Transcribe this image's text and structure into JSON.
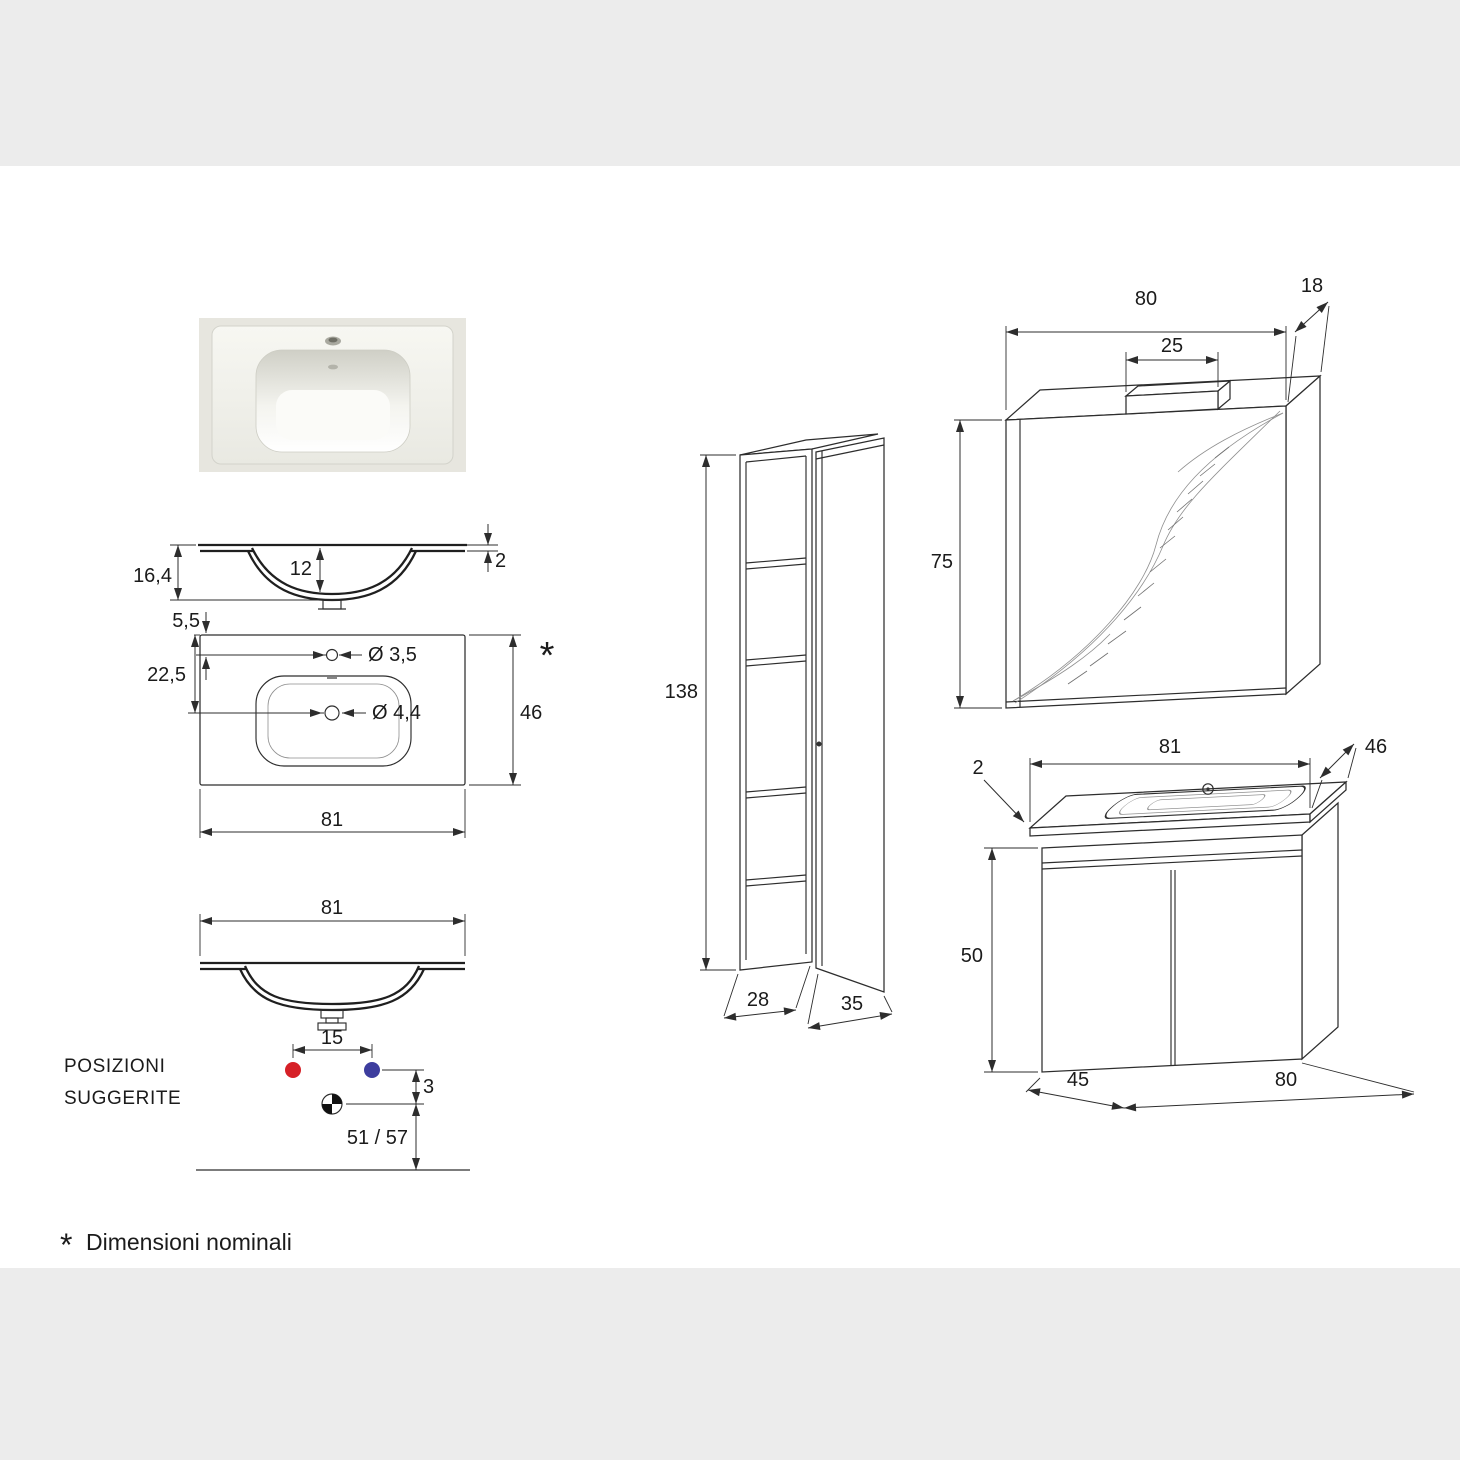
{
  "labels": {
    "section": {
      "total_height": "16,4",
      "bowl_depth": "12",
      "rim_edge": "2"
    },
    "plan": {
      "faucet_offset": "5,5",
      "drain_offset": "22,5",
      "faucet_hole": "Ø 3,5",
      "drain_hole": "Ø 4,4",
      "depth": "46",
      "width": "81",
      "note_mark": "*"
    },
    "front": {
      "width": "81",
      "hole_spacing": "15",
      "offset_below": "3",
      "drain_height": "51 / 57"
    },
    "positions_note": {
      "line1": "POSIZIONI",
      "line2": "SUGGERITE"
    },
    "column": {
      "height": "138",
      "depth": "28",
      "width": "35"
    },
    "mirror": {
      "width": "80",
      "depth": "18",
      "lamp_width": "25",
      "height": "75"
    },
    "vanity": {
      "basin_width": "81",
      "basin_depth": "46",
      "basin_thickness": "2",
      "cabinet_height": "50",
      "cabinet_depth": "45",
      "cabinet_width": "80"
    },
    "footnote": {
      "mark": "*",
      "text": "Dimensioni nominali"
    }
  },
  "colors": {
    "position_red": "#d62027",
    "position_blue": "#3d3d9e"
  }
}
